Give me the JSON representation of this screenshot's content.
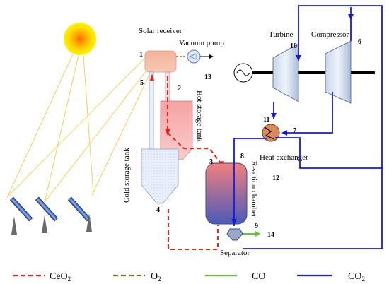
{
  "labels": {
    "solar_receiver": "Solar receiver",
    "vacuum_pump": "Vacuum pump",
    "turbine": "Turbine",
    "compressor": "Compressor",
    "hot_storage_tank": "Hot storage tank",
    "cold_storage_tank": "Cold storage tank",
    "heat_exchanger": "Heat exchanger",
    "reaction_chamber": "Reaction chamber",
    "separator": "Separator"
  },
  "numbers": {
    "n1": "1",
    "n2": "2",
    "n3": "3",
    "n4": "4",
    "n5": "5",
    "n6": "6",
    "n7": "7",
    "n8": "8",
    "n9": "9",
    "n10": "10",
    "n11": "11",
    "n12": "12",
    "n13": "13",
    "n14": "14"
  },
  "legend": [
    {
      "label": "CeO",
      "sub": "2",
      "color": "#e8221e",
      "style": "dashed"
    },
    {
      "label": "O",
      "sub": "2",
      "color": "#8a6a1e",
      "style": "dashed"
    },
    {
      "label": "CO",
      "sub": "",
      "color": "#6abf3c",
      "style": "solid"
    },
    {
      "label": "CO",
      "sub": "2",
      "color": "#1a1ad6",
      "style": "solid"
    }
  ],
  "colors": {
    "ceo2": "#e8221e",
    "o2": "#8a6a1e",
    "co": "#6abf3c",
    "co2": "#1a1ad6",
    "sun": "#ffd21a",
    "ray": "#f0d060"
  },
  "icons": {
    "sun": "sun-icon",
    "generator": "generator-icon",
    "heliostat": "heliostat-icon"
  }
}
